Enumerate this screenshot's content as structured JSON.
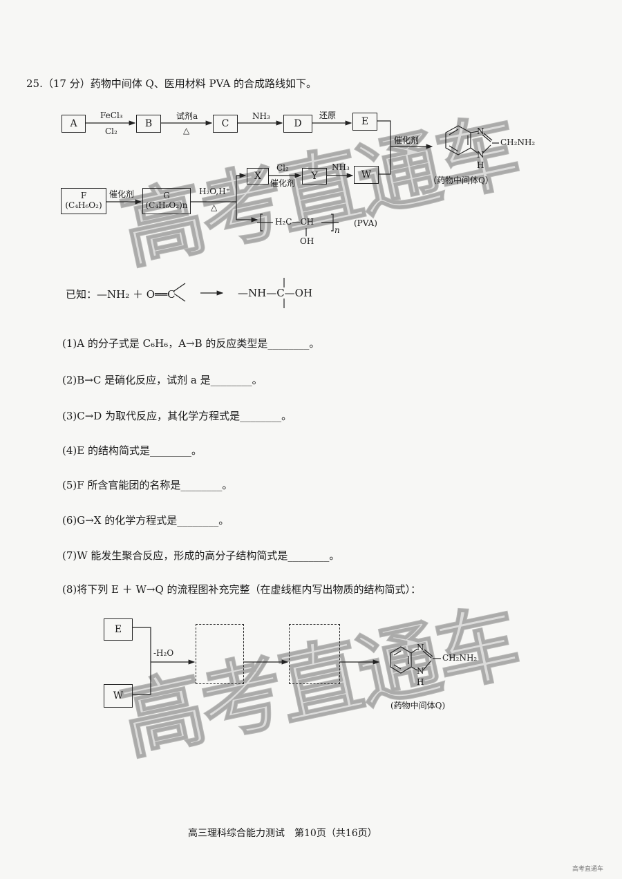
{
  "question": {
    "title": "25.（17 分）药物中间体 Q、医用材料 PVA 的合成路线如下。"
  },
  "route": {
    "A": "A",
    "B": "B",
    "C": "C",
    "D": "D",
    "E": "E",
    "ab_top": "FeCl₃",
    "ab_bottom": "Cl₂",
    "bc_top": "试剂a",
    "bc_bottom": "△",
    "cd_top": "NH₃",
    "de_top": "还原",
    "to_q": "催化剂",
    "F": "F",
    "F_formula": "(C₄H₆O₂)",
    "fg_top": "催化剂",
    "G": "G",
    "G_formula": "(C₄H₆O₂)n",
    "g_top": "H₂O,H⁺",
    "g_bottom": "△",
    "X": "X",
    "Y": "Y",
    "W": "W",
    "xy_top": "Cl₂",
    "xy_bottom": "催化剂",
    "yw_top": "NH₃",
    "q_n1": "N",
    "q_n2": "N",
    "q_h": "H",
    "q_sub": "CH₂NH₂",
    "q_label": "（药物中间体Q）",
    "pva_chain": "H₂C—CH",
    "pva_oh": "OH",
    "pva_n": "n",
    "pva_label": "(PVA)"
  },
  "known": {
    "label": "已知：",
    "lhs": "—NH₂ ＋ O══C",
    "rhs_left": "—NH—C—OH"
  },
  "items": [
    "(1)A 的分子式是 C₆H₆，A→B 的反应类型是________。",
    "(2)B→C 是硝化反应，试剂 a 是________。",
    "(3)C→D 为取代反应，其化学方程式是________。",
    "(4)E 的结构简式是________。",
    "(5)F 所含官能团的名称是________。",
    "(6)G→X 的化学方程式是________。",
    "(7)W 能发生聚合反应，形成的高分子结构简式是________。",
    "(8)将下列 E ＋ W→Q 的流程图补充完整（在虚线框内写出物质的结构简式）："
  ],
  "flow": {
    "E": "E",
    "W": "W",
    "minus_water": "-H₂O",
    "q_n1": "N",
    "q_n2": "N",
    "q_h": "H",
    "q_sub": "CH₂NH₂",
    "q_label": "(药物中间体Q)"
  },
  "footer": "高三理科综合能力测试　第10页（共16页）",
  "watermark": "高考直通车",
  "corner_logo": "高考直通车"
}
